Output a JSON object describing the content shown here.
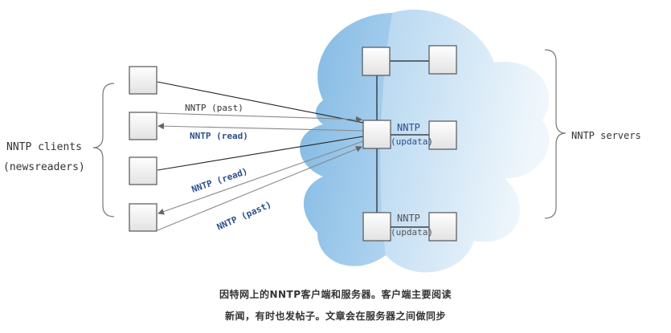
{
  "diagram": {
    "left_group_label_line1": "NNTP clients",
    "left_group_label_line2": "(newsreaders)",
    "right_group_label": "NNTP servers",
    "arrow_labels": {
      "post_top": "NNTP (past)",
      "read_top": "NNTP (read)",
      "read_bottom": "NNTP (read)",
      "post_bottom": "NNTP (past)"
    },
    "server_labels": {
      "middle_name": "NNTP",
      "middle_sub": "(updata)",
      "bottom_name": "NNTP",
      "bottom_sub": "(updata)"
    }
  },
  "caption": {
    "line1": "因特网上的NNTP客户端和服务器。客户端主要阅读",
    "line2": "新闻，有时也发帖子。文章会在服务器之间做同步"
  },
  "colors": {
    "cloud_dark": "#8fc1e6",
    "cloud_light": "#e3f0fa",
    "label_blue": "#2b4f8a",
    "line_dark": "#222222",
    "line_gray": "#888888"
  }
}
